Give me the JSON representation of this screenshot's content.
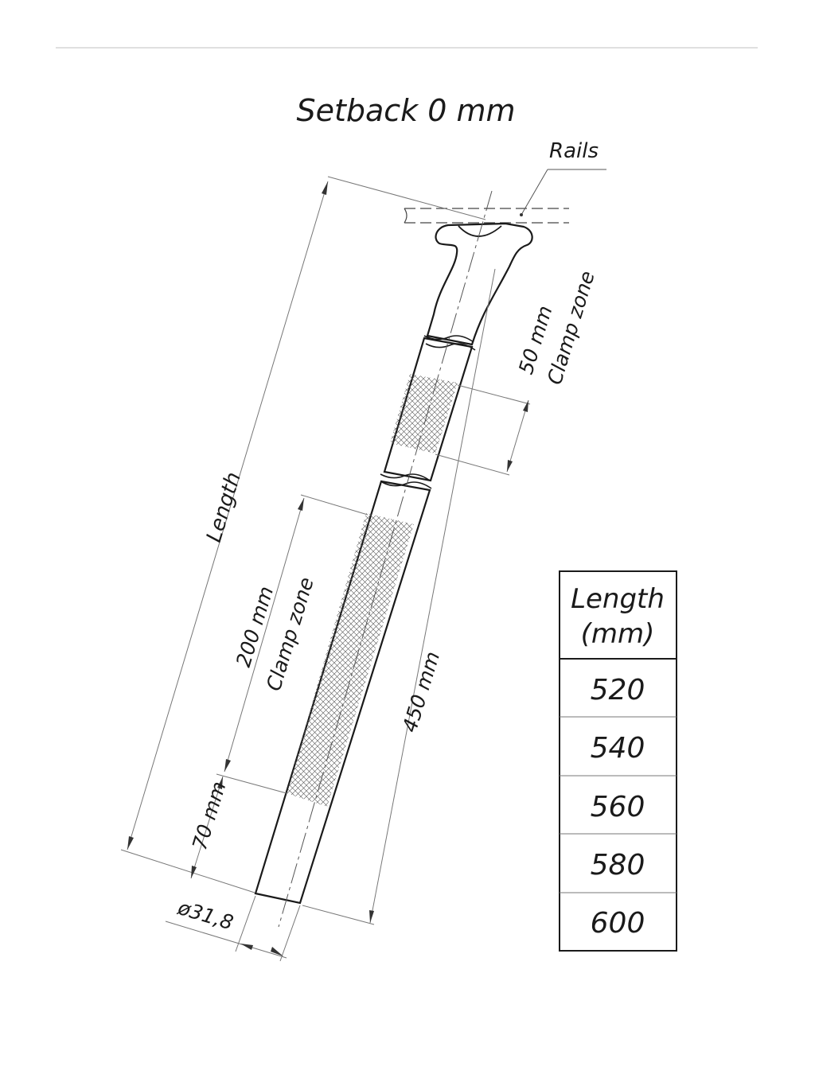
{
  "title": "Setback 0 mm",
  "labels": {
    "rails": "Rails",
    "length": "Length",
    "clamp_zone_top_size": "50 mm",
    "clamp_zone_top": "Clamp zone",
    "clamp_zone_bottom_size": "200 mm",
    "clamp_zone_bottom": "Clamp zone",
    "insertion_size": "70 mm",
    "shaft_size": "450 mm",
    "diameter": "ø31,8"
  },
  "table": {
    "header_line1": "Length",
    "header_line2": "(mm)",
    "rows": [
      "520",
      "540",
      "560",
      "580",
      "600"
    ]
  }
}
